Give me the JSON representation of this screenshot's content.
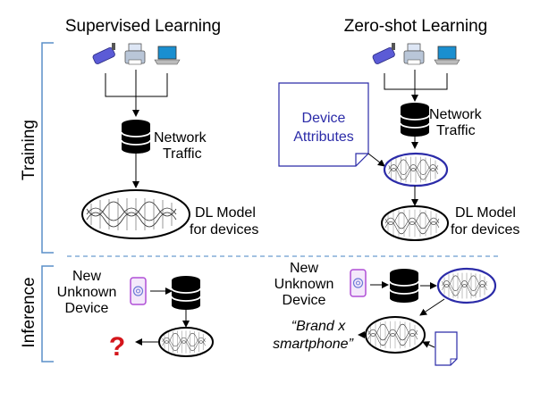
{
  "titles": {
    "supervised": "Supervised Learning",
    "zeroshot": "Zero-shot Learning"
  },
  "phases": {
    "training": "Training",
    "inference": "Inference"
  },
  "network_traffic": {
    "line1": "Network",
    "line2": "Traffic"
  },
  "dl_model": {
    "line1": "DL Model",
    "line2": "for devices"
  },
  "device_attributes": {
    "line1": "Device",
    "line2": "Attributes"
  },
  "new_device": {
    "line1": "New",
    "line2": "Unknown",
    "line3": "Device"
  },
  "unknown_mark": "?",
  "prediction": {
    "line1": "“Brand x",
    "line2": "smartphone”"
  },
  "colors": {
    "accent": "#2b2ba8",
    "question": "#d4151b",
    "camera": "#5b5bd6",
    "laptop": "#1a8fd0",
    "phone": "#b04fd6"
  }
}
